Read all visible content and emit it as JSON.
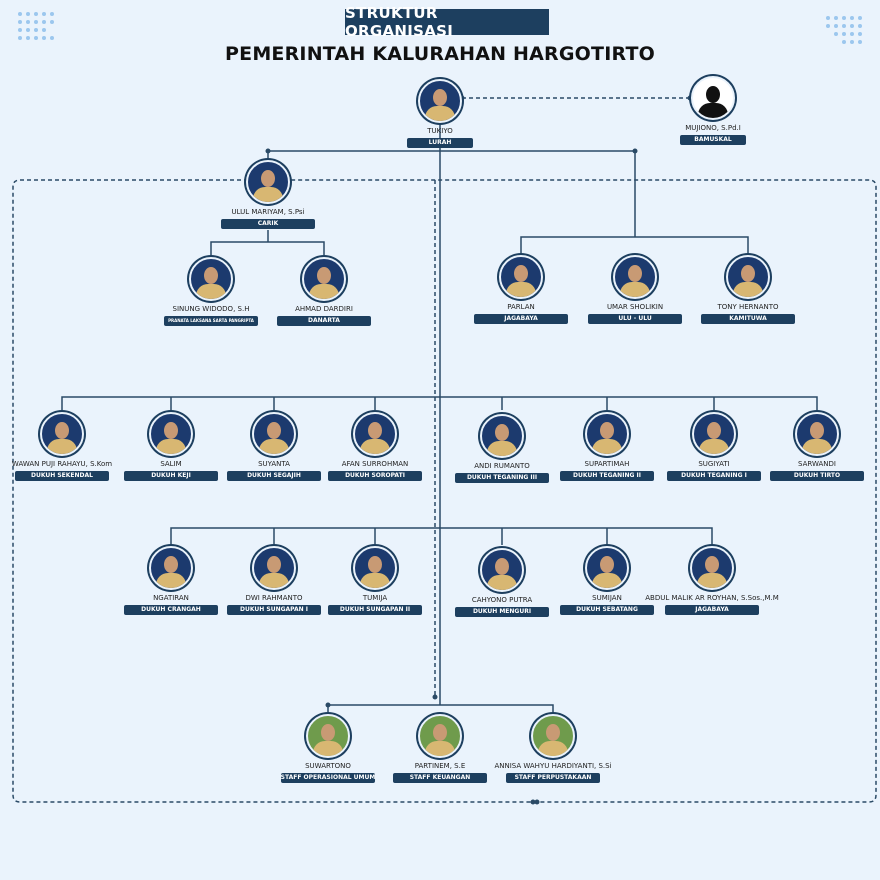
{
  "header": {
    "title": "STRUKTUR ORGANISASI",
    "subtitle": "PEMERINTAH KALURAHAN HARGOTIRTO"
  },
  "colors": {
    "background": "#eaf3fc",
    "navy": "#1d3f5f",
    "avatar": "#1c3a6e"
  },
  "people": [
    {
      "name": "TUKIYO",
      "role": "LURAH"
    },
    {
      "name": "MUJIONO, S.Pd.I",
      "role": "BAMUSKAL"
    },
    {
      "name": "ULUL MARIYAM, S.Psi",
      "role": "CARIK"
    },
    {
      "name": "SINUNG WIDODO, S.H",
      "role": "PRANATA LAKSANA SARTA PANGRIPTA"
    },
    {
      "name": "AHMAD DARDIRI",
      "role": "DANARTA"
    },
    {
      "name": "PARLAN",
      "role": "JAGABAYA"
    },
    {
      "name": "UMAR SHOLIKIN",
      "role": "ULU - ULU"
    },
    {
      "name": "TONY HERNANTO",
      "role": "KAMITUWA"
    },
    {
      "name": "WAWAN PUJI RAHAYU, S.Kom",
      "role": "DUKUH SEKENDAL"
    },
    {
      "name": "SALIM",
      "role": "DUKUH KEJI"
    },
    {
      "name": "SUYANTA",
      "role": "DUKUH SEGAJIH"
    },
    {
      "name": "AFAN SURROHMAN",
      "role": "DUKUH SOROPATI"
    },
    {
      "name": "ANDI RUMANTO",
      "role": "DUKUH TEGANING III"
    },
    {
      "name": "SUPARTIMAH",
      "role": "DUKUH TEGANING II"
    },
    {
      "name": "SUGIYATI",
      "role": "DUKUH TEGANING I"
    },
    {
      "name": "SARWANDI",
      "role": "DUKUH TIRTO"
    },
    {
      "name": "NGATIRAN",
      "role": "DUKUH CRANGAH"
    },
    {
      "name": "DWI RAHMANTO",
      "role": "DUKUH SUNGAPAN I"
    },
    {
      "name": "TUMIJA",
      "role": "DUKUH SUNGAPAN II"
    },
    {
      "name": "CAHYONO PUTRA",
      "role": "DUKUH MENGURI"
    },
    {
      "name": "SUMIJAN",
      "role": "DUKUH SEBATANG"
    },
    {
      "name": "ABDUL MALIK AR ROYHAN, S.Sos.,M.M",
      "role": "JAGABAYA"
    },
    {
      "name": "SUWARTONO",
      "role": "STAFF OPERASIONAL UMUM"
    },
    {
      "name": "PARTINEM, S.E",
      "role": "STAFF KEUANGAN"
    },
    {
      "name": "ANNISA WAHYU HARDIYANTI, S.Si",
      "role": "STAFF PERPUSTAKAAN"
    }
  ]
}
